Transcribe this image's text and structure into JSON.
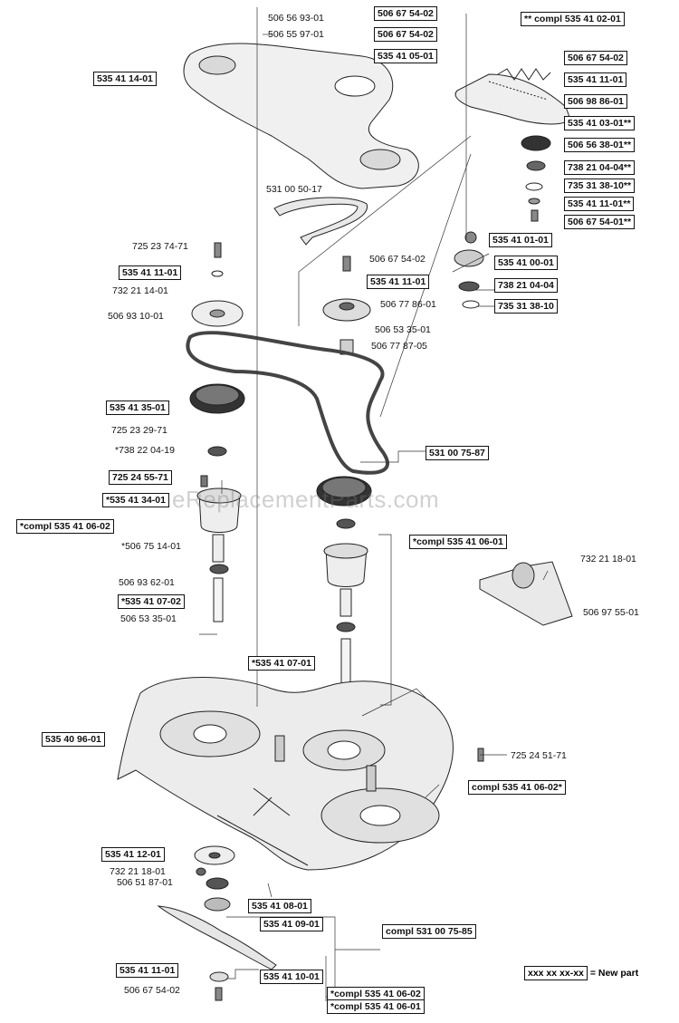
{
  "watermark": "eReplacementParts.com",
  "callouts": [
    {
      "id": "c01",
      "text": "506 56 93-01",
      "boxed": false
    },
    {
      "id": "c02",
      "text": "506 55 97-01",
      "boxed": false
    },
    {
      "id": "c03",
      "text": "535 41 14-01",
      "boxed": true
    },
    {
      "id": "c04",
      "text": "506 67 54-02",
      "boxed": true
    },
    {
      "id": "c05",
      "text": "506 67 54-02",
      "boxed": true
    },
    {
      "id": "c06",
      "text": "535 41 05-01",
      "boxed": true
    },
    {
      "id": "c07",
      "text": "** compl 535 41 02-01",
      "boxed": true
    },
    {
      "id": "c08",
      "text": "506 67 54-02",
      "boxed": true
    },
    {
      "id": "c09",
      "text": "535 41 11-01",
      "boxed": true
    },
    {
      "id": "c10",
      "text": "506 98 86-01",
      "boxed": true
    },
    {
      "id": "c11",
      "text": "535 41 03-01**",
      "boxed": true
    },
    {
      "id": "c12",
      "text": "506 56 38-01**",
      "boxed": true
    },
    {
      "id": "c13",
      "text": "738 21 04-04**",
      "boxed": true
    },
    {
      "id": "c14",
      "text": "735 31 38-10**",
      "boxed": true
    },
    {
      "id": "c15",
      "text": "535 41 11-01**",
      "boxed": true
    },
    {
      "id": "c16",
      "text": "506 67 54-01**",
      "boxed": true
    },
    {
      "id": "c17",
      "text": "531 00 50-17",
      "boxed": false
    },
    {
      "id": "c18",
      "text": "535 41 01-01",
      "boxed": true
    },
    {
      "id": "c19",
      "text": "535 41 00-01",
      "boxed": true
    },
    {
      "id": "c20",
      "text": "738 21 04-04",
      "boxed": true
    },
    {
      "id": "c21",
      "text": "735 31 38-10",
      "boxed": true
    },
    {
      "id": "c22",
      "text": "725 23 74-71",
      "boxed": false
    },
    {
      "id": "c23",
      "text": "535 41 11-01",
      "boxed": true
    },
    {
      "id": "c24",
      "text": "732 21 14-01",
      "boxed": false
    },
    {
      "id": "c25",
      "text": "506 93 10-01",
      "boxed": false
    },
    {
      "id": "c26",
      "text": "506 67 54-02",
      "boxed": false
    },
    {
      "id": "c27",
      "text": "535 41 11-01",
      "boxed": true
    },
    {
      "id": "c28",
      "text": "506 77 86-01",
      "boxed": false
    },
    {
      "id": "c29",
      "text": "506 53 35-01",
      "boxed": false
    },
    {
      "id": "c30",
      "text": "506 77 87-05",
      "boxed": false
    },
    {
      "id": "c31",
      "text": "535 41 35-01",
      "boxed": true
    },
    {
      "id": "c32",
      "text": "725 23 29-71",
      "boxed": false
    },
    {
      "id": "c33",
      "text": "*738 22 04-19",
      "boxed": false
    },
    {
      "id": "c34",
      "text": "531 00 75-87",
      "boxed": true
    },
    {
      "id": "c35",
      "text": "725 24 55-71",
      "boxed": true
    },
    {
      "id": "c36",
      "text": "*535 41 34-01",
      "boxed": true
    },
    {
      "id": "c37",
      "text": "*compl 535 41 06-02",
      "boxed": true
    },
    {
      "id": "c38",
      "text": "*506 75 14-01",
      "boxed": false
    },
    {
      "id": "c39",
      "text": "*compl 535 41 06-01",
      "boxed": true
    },
    {
      "id": "c40",
      "text": "732 21 18-01",
      "boxed": false
    },
    {
      "id": "c41",
      "text": "506 93 62-01",
      "boxed": false
    },
    {
      "id": "c42",
      "text": "*535 41 07-02",
      "boxed": true
    },
    {
      "id": "c43",
      "text": "506 53 35-01",
      "boxed": false
    },
    {
      "id": "c44",
      "text": "506 97 55-01",
      "boxed": false
    },
    {
      "id": "c45",
      "text": "*535 41 07-01",
      "boxed": true
    },
    {
      "id": "c46",
      "text": "535 40 96-01",
      "boxed": true
    },
    {
      "id": "c47",
      "text": "725 24 51-71",
      "boxed": false
    },
    {
      "id": "c48",
      "text": "compl 535 41 06-02*",
      "boxed": true
    },
    {
      "id": "c49",
      "text": "535 41 12-01",
      "boxed": true
    },
    {
      "id": "c50",
      "text": "732 21 18-01",
      "boxed": false
    },
    {
      "id": "c51",
      "text": "506 51 87-01",
      "boxed": false
    },
    {
      "id": "c52",
      "text": "535 41 08-01",
      "boxed": true
    },
    {
      "id": "c53",
      "text": "535 41 09-01",
      "boxed": true
    },
    {
      "id": "c54",
      "text": "compl 531 00 75-85",
      "boxed": true
    },
    {
      "id": "c55",
      "text": "535 41 11-01",
      "boxed": true
    },
    {
      "id": "c56",
      "text": "506 67 54-02",
      "boxed": false
    },
    {
      "id": "c57",
      "text": "535 41 10-01",
      "boxed": true
    },
    {
      "id": "c58",
      "text": "*compl 535 41 06-02",
      "boxed": true
    },
    {
      "id": "c59",
      "text": "*compl 535 41 06-01",
      "boxed": true
    }
  ],
  "legend": {
    "code": "xxx xx xx-xx",
    "text": "= New part"
  }
}
